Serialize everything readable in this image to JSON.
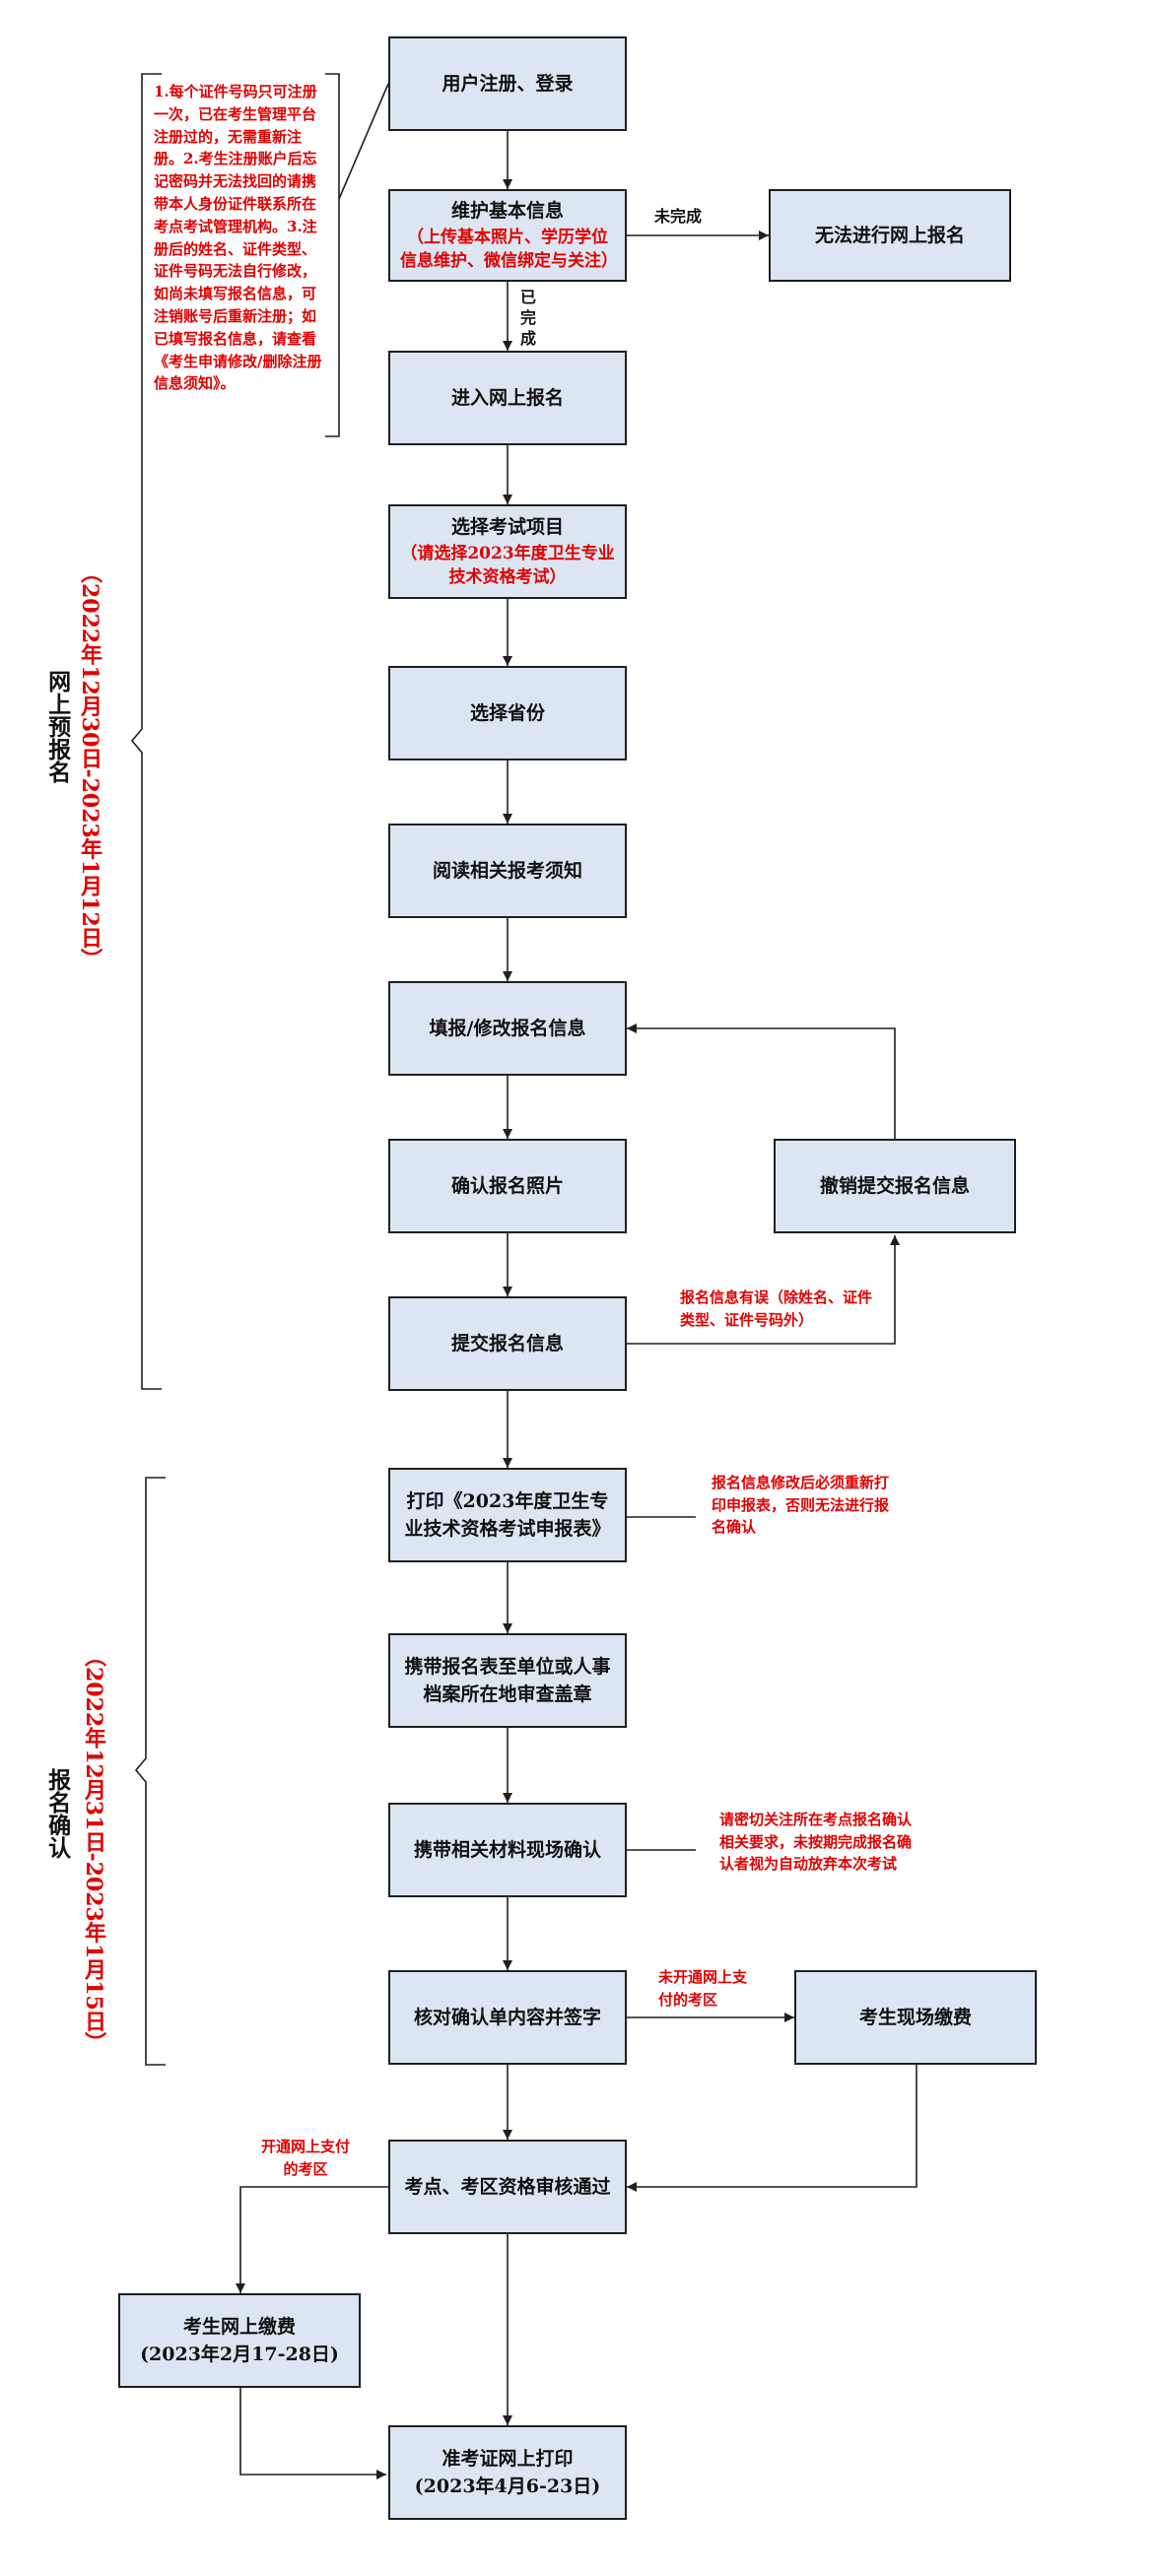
{
  "boxes": {
    "register": "用户注册、登录",
    "maintain": "维护基本信息",
    "maintain_sub": "（上传基本照片、学历学位信息维护、微信绑定与关注）",
    "cannot": "无法进行网上报名",
    "enter": "进入网上报名",
    "select_exam": "选择考试项目",
    "select_exam_sub": "（请选择2023年度卫生专业技术资格考试）",
    "province": "选择省份",
    "read": "阅读相关报考须知",
    "fill": "填报/修改报名信息",
    "revoke": "撤销提交报名信息",
    "confirm_photo": "确认报名照片",
    "submit": "提交报名信息",
    "print_form": "打印《2023年度卫生专业技术资格考试申报表》",
    "stamp": "携带报名表至单位或人事档案所在地审查盖章",
    "onsite": "携带相关材料现场确认",
    "verify": "核对确认单内容并签字",
    "onsite_pay": "考生现场缴费",
    "pass": "考点、考区资格审核通过",
    "online_pay": "考生网上缴费",
    "online_pay_sub": "(2023年2月17-28日)",
    "admission": "准考证网上打印",
    "admission_sub": "(2023年4月6-23日)"
  },
  "notes": {
    "register_rules": "1.每个证件号码只可注册一次，已在考生管理平台注册过的，无需重新注册。2.考生注册账户后忘记密码并无法找回的请携带本人身份证件联系所在考点考试管理机构。3.注册后的姓名、证件类型、证件号码无法自行修改，如尚未填写报名信息，可注销账号后重新注册；如已填写报名信息，请查看《考生申请修改/删除注册信息须知》。",
    "submit_error": "报名信息有误（除姓名、证件类型、证件号码外）",
    "reprint": "报名信息修改后必须重新打印申报表，否则无法进行报名确认",
    "onsite_notice": "请密切关注所在考点报名确认相关要求，未按期完成报名确认者视为自动放弃本次考试",
    "no_online_pay": "未开通网上支付的考区",
    "has_online_pay": "开通网上支付的考区"
  },
  "labels": {
    "incomplete": "未完成",
    "complete": "已完成"
  },
  "phases": {
    "pre_title": "网上预报名",
    "pre_dates": "（2022年12月30日-2023年1月12日）",
    "confirm_title": "报名确认",
    "confirm_dates": "（2022年12月31日-2023年1月15日）"
  }
}
